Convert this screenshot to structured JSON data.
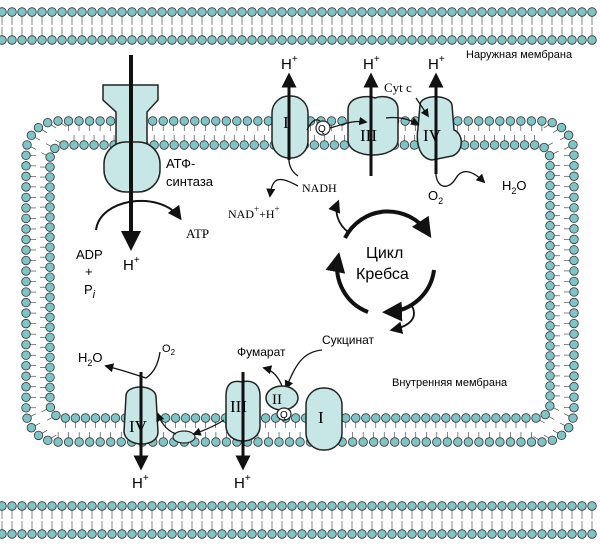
{
  "labels": {
    "outer_membrane": "Наружная мембрана",
    "inner_membrane": "Внутренняя мембрана",
    "atp_synthase_line1": "АТФ-",
    "atp_synthase_line2": "синтаза",
    "adp": "ADP",
    "plus": "+",
    "p": "P",
    "p_sub": "i",
    "atp": "ATP",
    "proton": "H",
    "proton_sup": "+",
    "nadh": "NADH",
    "nad_plus": "NAD",
    "nad_tail": "+H",
    "cyt_c": "Cyt c",
    "water_h": "H",
    "water_2": "2",
    "water_o": "O",
    "oxygen_o": "O",
    "oxygen_2": "2",
    "krebs_line1": "Цикл",
    "krebs_line2": "Кребса",
    "succinate": "Сукцинат",
    "fumarate": "Фумарат",
    "quinone": "Q",
    "complex_I": "I",
    "complex_II": "II",
    "complex_III": "III",
    "complex_IV": "IV"
  },
  "colors": {
    "lipid_head": "#7fc4c6",
    "protein": "#c6e7e6",
    "stroke": "#222222"
  }
}
